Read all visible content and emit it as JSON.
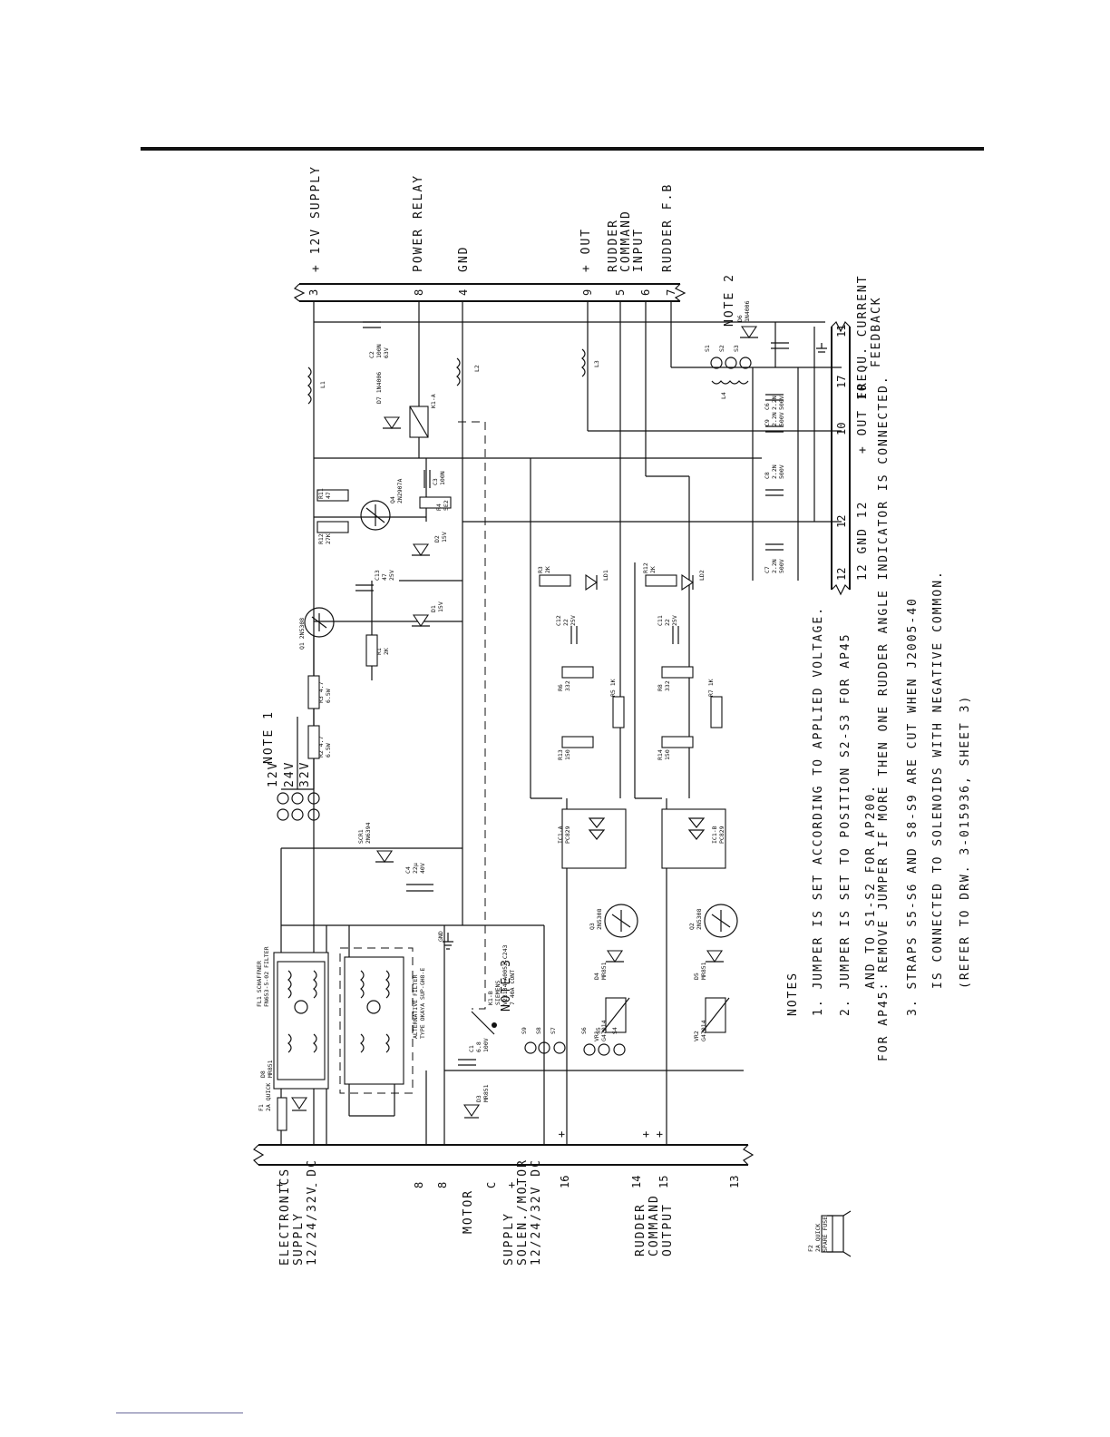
{
  "left_labels": [
    {
      "id": "elec",
      "lines": [
        "ELECTRONICS",
        "SUPPLY",
        "12/24/32V DC"
      ]
    },
    {
      "id": "motor",
      "lines": [
        "MOTOR"
      ]
    },
    {
      "id": "supply",
      "lines": [
        "SUPPLY",
        "SOLEN./MOTOR",
        "12/24/32V DC"
      ]
    },
    {
      "id": "rudder_out",
      "lines": [
        "RUDDER",
        "COMMAND",
        "OUTPUT"
      ]
    }
  ],
  "left_pins": [
    "+",
    "-",
    "8",
    "8",
    "C",
    "+",
    "-",
    "16",
    "14",
    "15",
    "13"
  ],
  "left_pin_signs": [
    "+",
    "+",
    "+"
  ],
  "right_labels": [
    {
      "id": "sup12",
      "lines": [
        "+ 12V SUPPLY"
      ]
    },
    {
      "id": "relay",
      "lines": [
        "POWER RELAY"
      ]
    },
    {
      "id": "gnd",
      "lines": [
        "GND"
      ]
    },
    {
      "id": "out",
      "lines": [
        "+ OUT"
      ]
    },
    {
      "id": "rci",
      "lines": [
        "RUDDER",
        "COMMAND",
        "INPUT"
      ]
    },
    {
      "id": "rfb",
      "lines": [
        "RUDDER F.B"
      ]
    }
  ],
  "right_pins": [
    "3",
    "8",
    "4",
    "9",
    "5",
    "6",
    "7"
  ],
  "bottom_labels": [
    "12  GND  12",
    "+ OUT  10",
    "FREQU. CURRENT",
    "FEEDBACK",
    "11"
  ],
  "bottom_pins": [
    "12",
    "12",
    "10",
    "17",
    "11"
  ],
  "note_tags": [
    "NOTE 1",
    "NOTE 2",
    "NOTE 3"
  ],
  "jumpers": [
    "12V",
    "24V",
    "32V"
  ],
  "components": {
    "F1": "F1\n2A QUICK",
    "D8": "D8\nMR851",
    "FL1": "FL1 SCHAFFNER\nFN653-5-02 FILTER",
    "ALT": "ALTERNATIVE FILTER\nTYPE OKAYA SUP-GH8-E",
    "K1B": "K1-B\nSIEMENS\nV23134-A0052-C243\n7 40A CONT",
    "C1": "C1\n6.8\n100V",
    "D3": "D3\nMR851",
    "C4": "C4\n22µ\n40V",
    "SCR1": "SCR1\n2N6394",
    "R2": "R2 4.7\n6.5W",
    "R3": "R3 4.7\n6.5W",
    "R1": "R1\n2K",
    "Q1": "Q1 2N5308",
    "C13": "C13\n47\n25V",
    "D1": "D1\n15V",
    "R12": "R12\n27K",
    "R11": "R11\n47",
    "Q4": "Q4\n2N2907A",
    "D2": "D2\n15V",
    "R4": "R4\n5E2",
    "C3": "C3\n100N",
    "D7": "D7 1N4006",
    "K1A": "K1-A",
    "L1": "L1",
    "L2": "L2",
    "C2": "C2\n100N\n63V",
    "L3": "L3",
    "R3b": "R3\n2K",
    "LD1": "LD1",
    "R12b": "R12\n2K",
    "LD2": "LD2",
    "C12": "C12\n22\n25V",
    "C11": "C11\n22\n25V",
    "R6": "R6\n332",
    "R8": "R8\n332",
    "R13": "R13\n150",
    "R14": "R14\n150",
    "R5": "R5 1K",
    "R7": "R7 1K",
    "IC1A": "IC1-A\nPC829",
    "IC1B": "IC1-B\nPC829",
    "Q3": "Q3\n2N5308",
    "Q2": "Q2\n2N5308",
    "D4": "D4\nMR851",
    "D5": "D5\nMR851",
    "VR1": "VR1\nG47014",
    "VR2": "VR2\nG47014",
    "C7": "C7\n2.2N\n500V",
    "C8": "C8\n2.2N\n500V",
    "C9": "C9\n2.2N\n500V",
    "C10": "C10\n2.2N\n500V",
    "C6": "C6\n2.2N\n500V",
    "L4": "L4",
    "D6": "D6\n1N4006",
    "F2": "F2\n2A QUICK\nSPARE FUSE",
    "GND": "GND"
  },
  "solder_pads": [
    "S1",
    "S2",
    "S3",
    "S4",
    "S5",
    "S6",
    "S7",
    "S8",
    "S9"
  ],
  "notes": {
    "heading": "NOTES",
    "items": [
      "1.   JUMPER IS SET ACCORDING TO APPLIED VOLTAGE.",
      "2.   JUMPER IS SET TO POSITION S2-S3 FOR AP45",
      "      AND TO S1-S2 FOR AP200.",
      "FOR AP45:  REMOVE JUMPER IF MORE THEN ONE RUDDER ANGLE INDICATOR IS CONNECTED.",
      "3.   STRAPS S5-S6 AND S8-S9 ARE CUT WHEN J2005-40",
      "      IS CONNECTED TO SOLENOIDS WITH NEGATIVE COMMON.",
      "      (REFER TO DRW. 3-015936, SHEET 3)"
    ]
  }
}
